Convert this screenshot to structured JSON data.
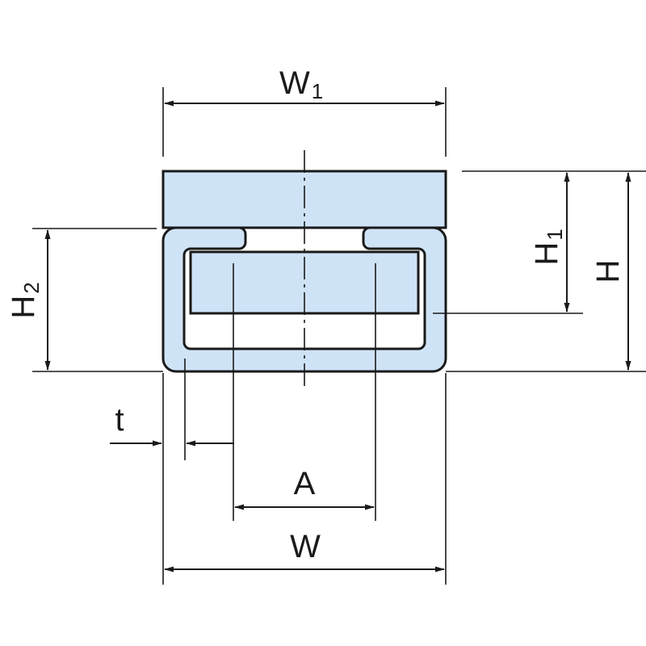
{
  "colors": {
    "profile_fill": "#cfe3f7",
    "line": "#1a1a1a",
    "background": "#ffffff"
  },
  "labels": {
    "w1": {
      "main": "W",
      "sub": "1"
    },
    "h1": {
      "main": "H",
      "sub": "1"
    },
    "h": {
      "main": "H"
    },
    "h2": {
      "main": "H",
      "sub": "2"
    },
    "t": {
      "main": "t"
    },
    "a": {
      "main": "A"
    },
    "w": {
      "main": "W"
    }
  }
}
